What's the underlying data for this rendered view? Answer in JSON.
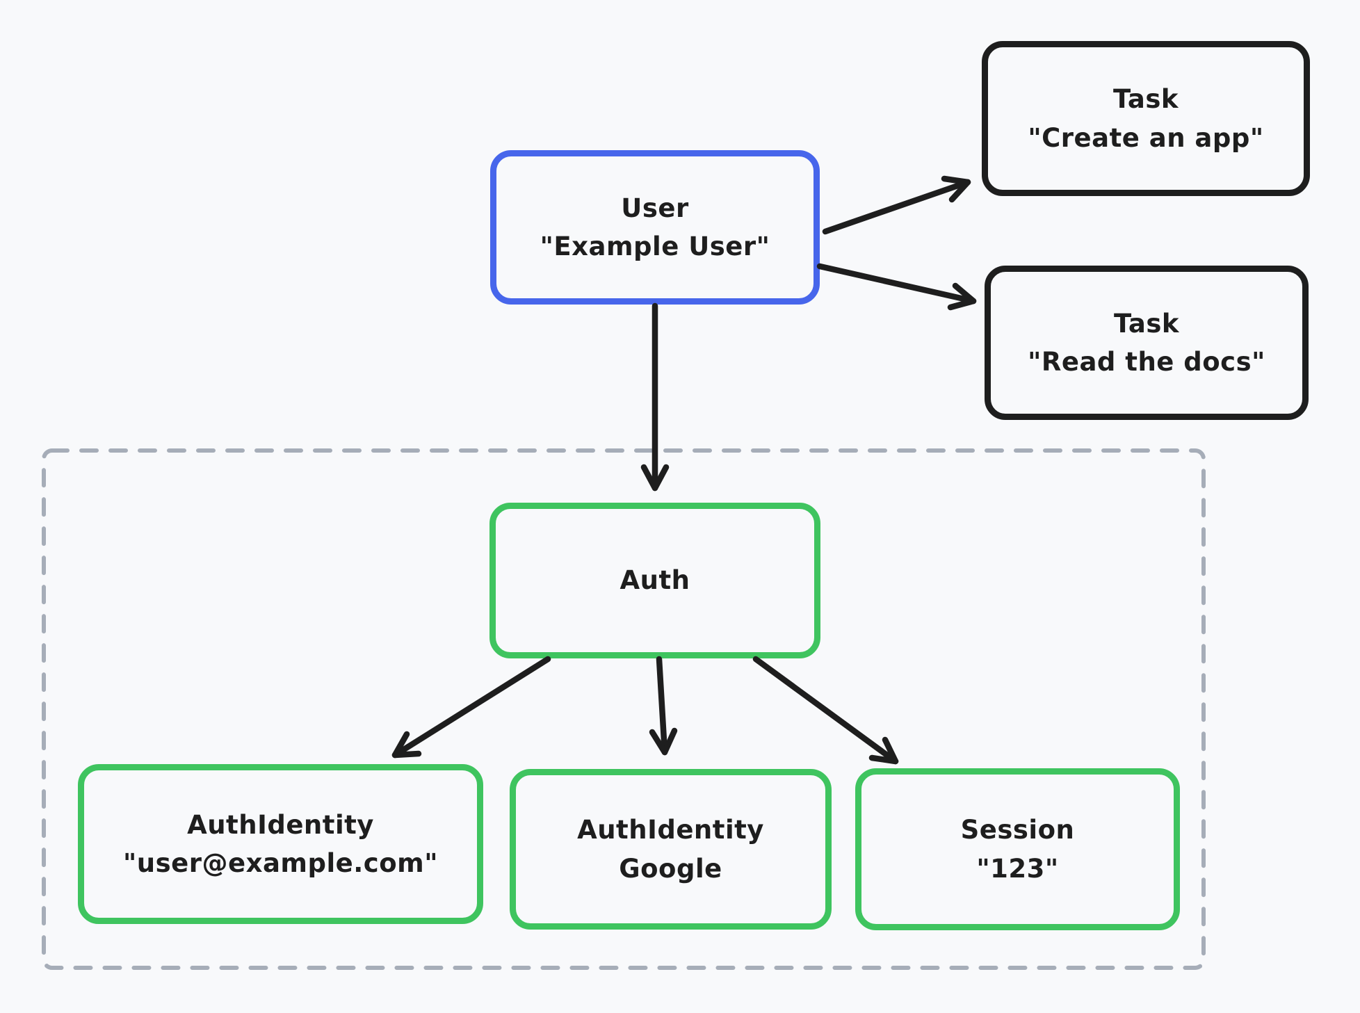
{
  "diagram": {
    "background": "#f8f9fb",
    "nodes": {
      "user": {
        "line1": "User",
        "line2": "\"Example User\"",
        "border_color": "#4766eb"
      },
      "task_create": {
        "line1": "Task",
        "line2": "\"Create an app\"",
        "border_color": "#1e1e1e"
      },
      "task_read": {
        "line1": "Task",
        "line2": "\"Read the docs\"",
        "border_color": "#1e1e1e"
      },
      "auth": {
        "line1": "Auth",
        "line2": "",
        "border_color": "#3fc45f"
      },
      "auth_identity_email": {
        "line1": "AuthIdentity",
        "line2": "\"user@example.com\"",
        "border_color": "#3fc45f"
      },
      "auth_identity_google": {
        "line1": "AuthIdentity",
        "line2": "Google",
        "border_color": "#3fc45f"
      },
      "session": {
        "line1": "Session",
        "line2": "\"123\"",
        "border_color": "#3fc45f"
      }
    },
    "edges": [
      {
        "from": "user",
        "to": "task_create"
      },
      {
        "from": "user",
        "to": "task_read"
      },
      {
        "from": "user",
        "to": "auth"
      },
      {
        "from": "auth",
        "to": "auth_identity_email"
      },
      {
        "from": "auth",
        "to": "auth_identity_google"
      },
      {
        "from": "auth",
        "to": "session"
      }
    ],
    "colors": {
      "accent_blue": "#4766eb",
      "accent_green": "#3fc45f",
      "stroke_black": "#1e1e1e",
      "dash_gray": "#a6adb8",
      "text": "#1e1e1e"
    }
  }
}
